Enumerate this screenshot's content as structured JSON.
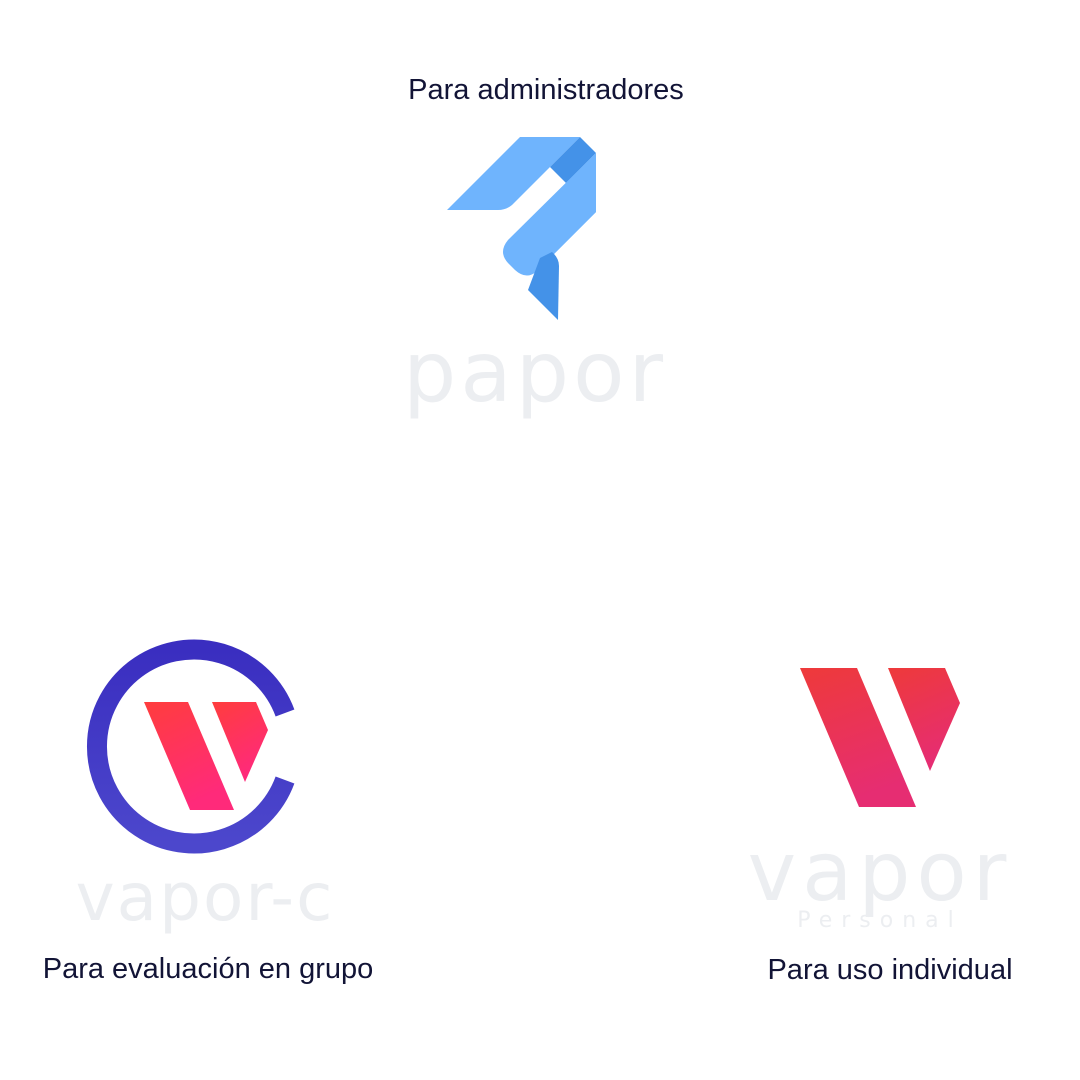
{
  "captions": {
    "admin": "Para administradores",
    "group": "Para evaluación en grupo",
    "individual": "Para uso individual"
  },
  "logos": {
    "papor": {
      "wordmark": "papor",
      "icon": "papor-chevron-logo-icon",
      "colors": {
        "light": "#6fb4fd",
        "dark": "#4492e8"
      }
    },
    "vapor_c": {
      "wordmark": "vapor-c",
      "icon": "vapor-c-ring-logo-icon",
      "colors": {
        "ring_top": "#3a2ec0",
        "ring_bottom": "#4c47cc",
        "v_top": "#ff3d3d",
        "v_bottom": "#ff2a7a"
      }
    },
    "vapor_personal": {
      "wordmark": "vapor",
      "sub_wordmark": "Personal",
      "icon": "vapor-v-logo-icon",
      "colors": {
        "v_top": "#ee3a3a",
        "v_bottom": "#e62d72"
      }
    }
  },
  "colors": {
    "text": "#121436",
    "wordmark_gray": "#eceef1",
    "background": "#ffffff"
  }
}
